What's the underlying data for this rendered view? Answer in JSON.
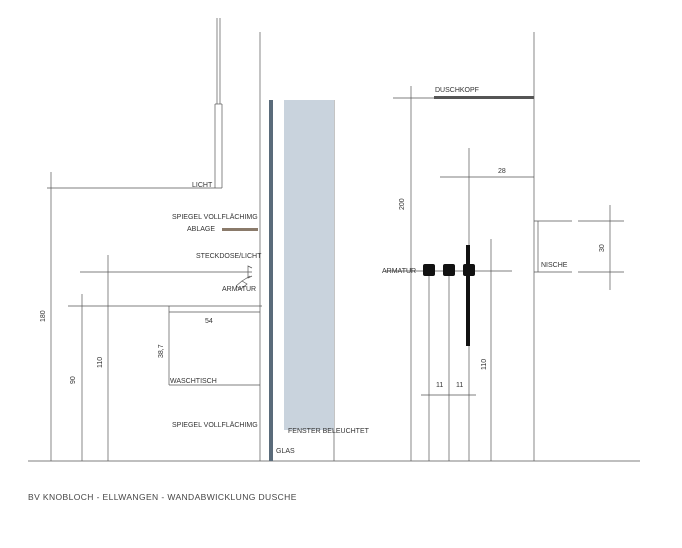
{
  "title": "BV KNOBLOCH - ELLWANGEN - WANDABWICKLUNG DUSCHE",
  "colors": {
    "line": "#555555",
    "glass_fill": "#c9d3dd",
    "glass_edge": "#5a6b7a",
    "shelf": "#8a7a6a",
    "fixture": "#111111"
  },
  "labels": {
    "licht": "LICHT",
    "spiegel_top": "SPIEGEL VOLLFLÄCHIMG",
    "ablage": "ABLAGE",
    "steckdose": "STECKDOSE/LICHT",
    "armatur_left": "ARMATUR",
    "waschtisch": "WASCHTISCH",
    "spiegel_bottom": "SPIEGEL VOLLFLÄCHIMG",
    "fenster": "FENSTER BELEUCHTET",
    "glas": "GLAS",
    "duschkopf": "DUSCHKOPF",
    "armatur_right": "ARMATUR",
    "nische": "NISCHE"
  },
  "dimensions": {
    "d180": "180",
    "d90": "90",
    "d110_left": "110",
    "d38_7": "38,7",
    "d54": "54",
    "d200": "200",
    "d28": "28",
    "d30": "30",
    "d11_a": "11",
    "d11_b": "11",
    "d110_right": "110"
  }
}
